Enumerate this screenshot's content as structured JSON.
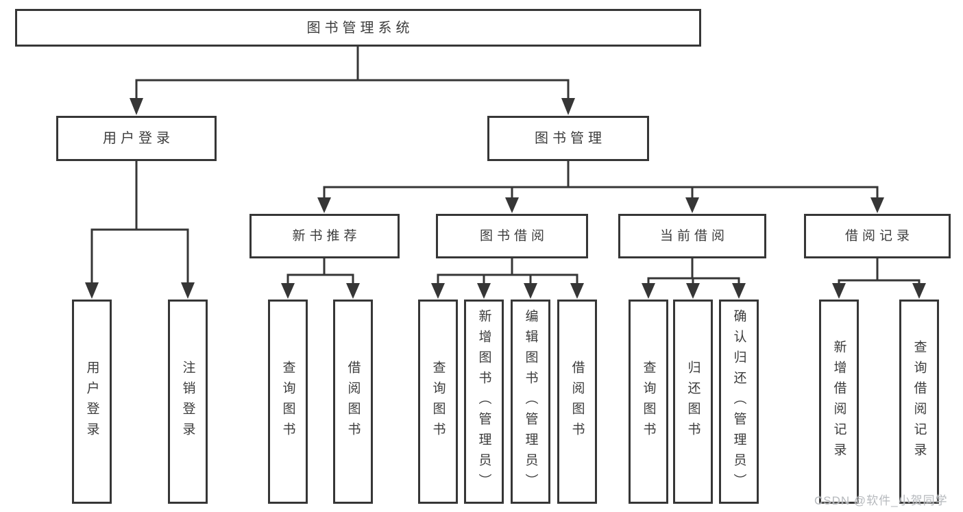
{
  "colors": {
    "line": "#363636",
    "box_border": "#363636",
    "text": "#3c3c3c",
    "background": "#ffffff",
    "watermark": "#b2b5b9"
  },
  "chart": {
    "type": "tree-diagram",
    "root": {
      "label": "图书管理系统"
    },
    "level2": [
      {
        "label": "用户登录"
      },
      {
        "label": "图书管理"
      }
    ],
    "level3": [
      {
        "label": "新书推荐",
        "parent": "图书管理"
      },
      {
        "label": "图书借阅",
        "parent": "图书管理"
      },
      {
        "label": "当前借阅",
        "parent": "图书管理"
      },
      {
        "label": "借阅记录",
        "parent": "图书管理"
      }
    ],
    "leaves": [
      {
        "label": "用户登录",
        "parent": "用户登录"
      },
      {
        "label": "注销登录",
        "parent": "用户登录"
      },
      {
        "label": "查询图书",
        "parent": "新书推荐"
      },
      {
        "label": "借阅图书",
        "parent": "新书推荐"
      },
      {
        "label": "查询图书",
        "parent": "图书借阅"
      },
      {
        "label": "新增图书（管理员）",
        "parent": "图书借阅"
      },
      {
        "label": "编辑图书（管理员）",
        "parent": "图书借阅"
      },
      {
        "label": "借阅图书",
        "parent": "图书借阅"
      },
      {
        "label": "查询图书",
        "parent": "当前借阅"
      },
      {
        "label": "归还图书",
        "parent": "当前借阅"
      },
      {
        "label": "确认归还（管理员）",
        "parent": "当前借阅"
      },
      {
        "label": "新增借阅记录",
        "parent": "借阅记录"
      },
      {
        "label": "查询借阅记录",
        "parent": "借阅记录"
      }
    ]
  },
  "watermark": {
    "text": "CSDN @软件_小贺同学"
  }
}
